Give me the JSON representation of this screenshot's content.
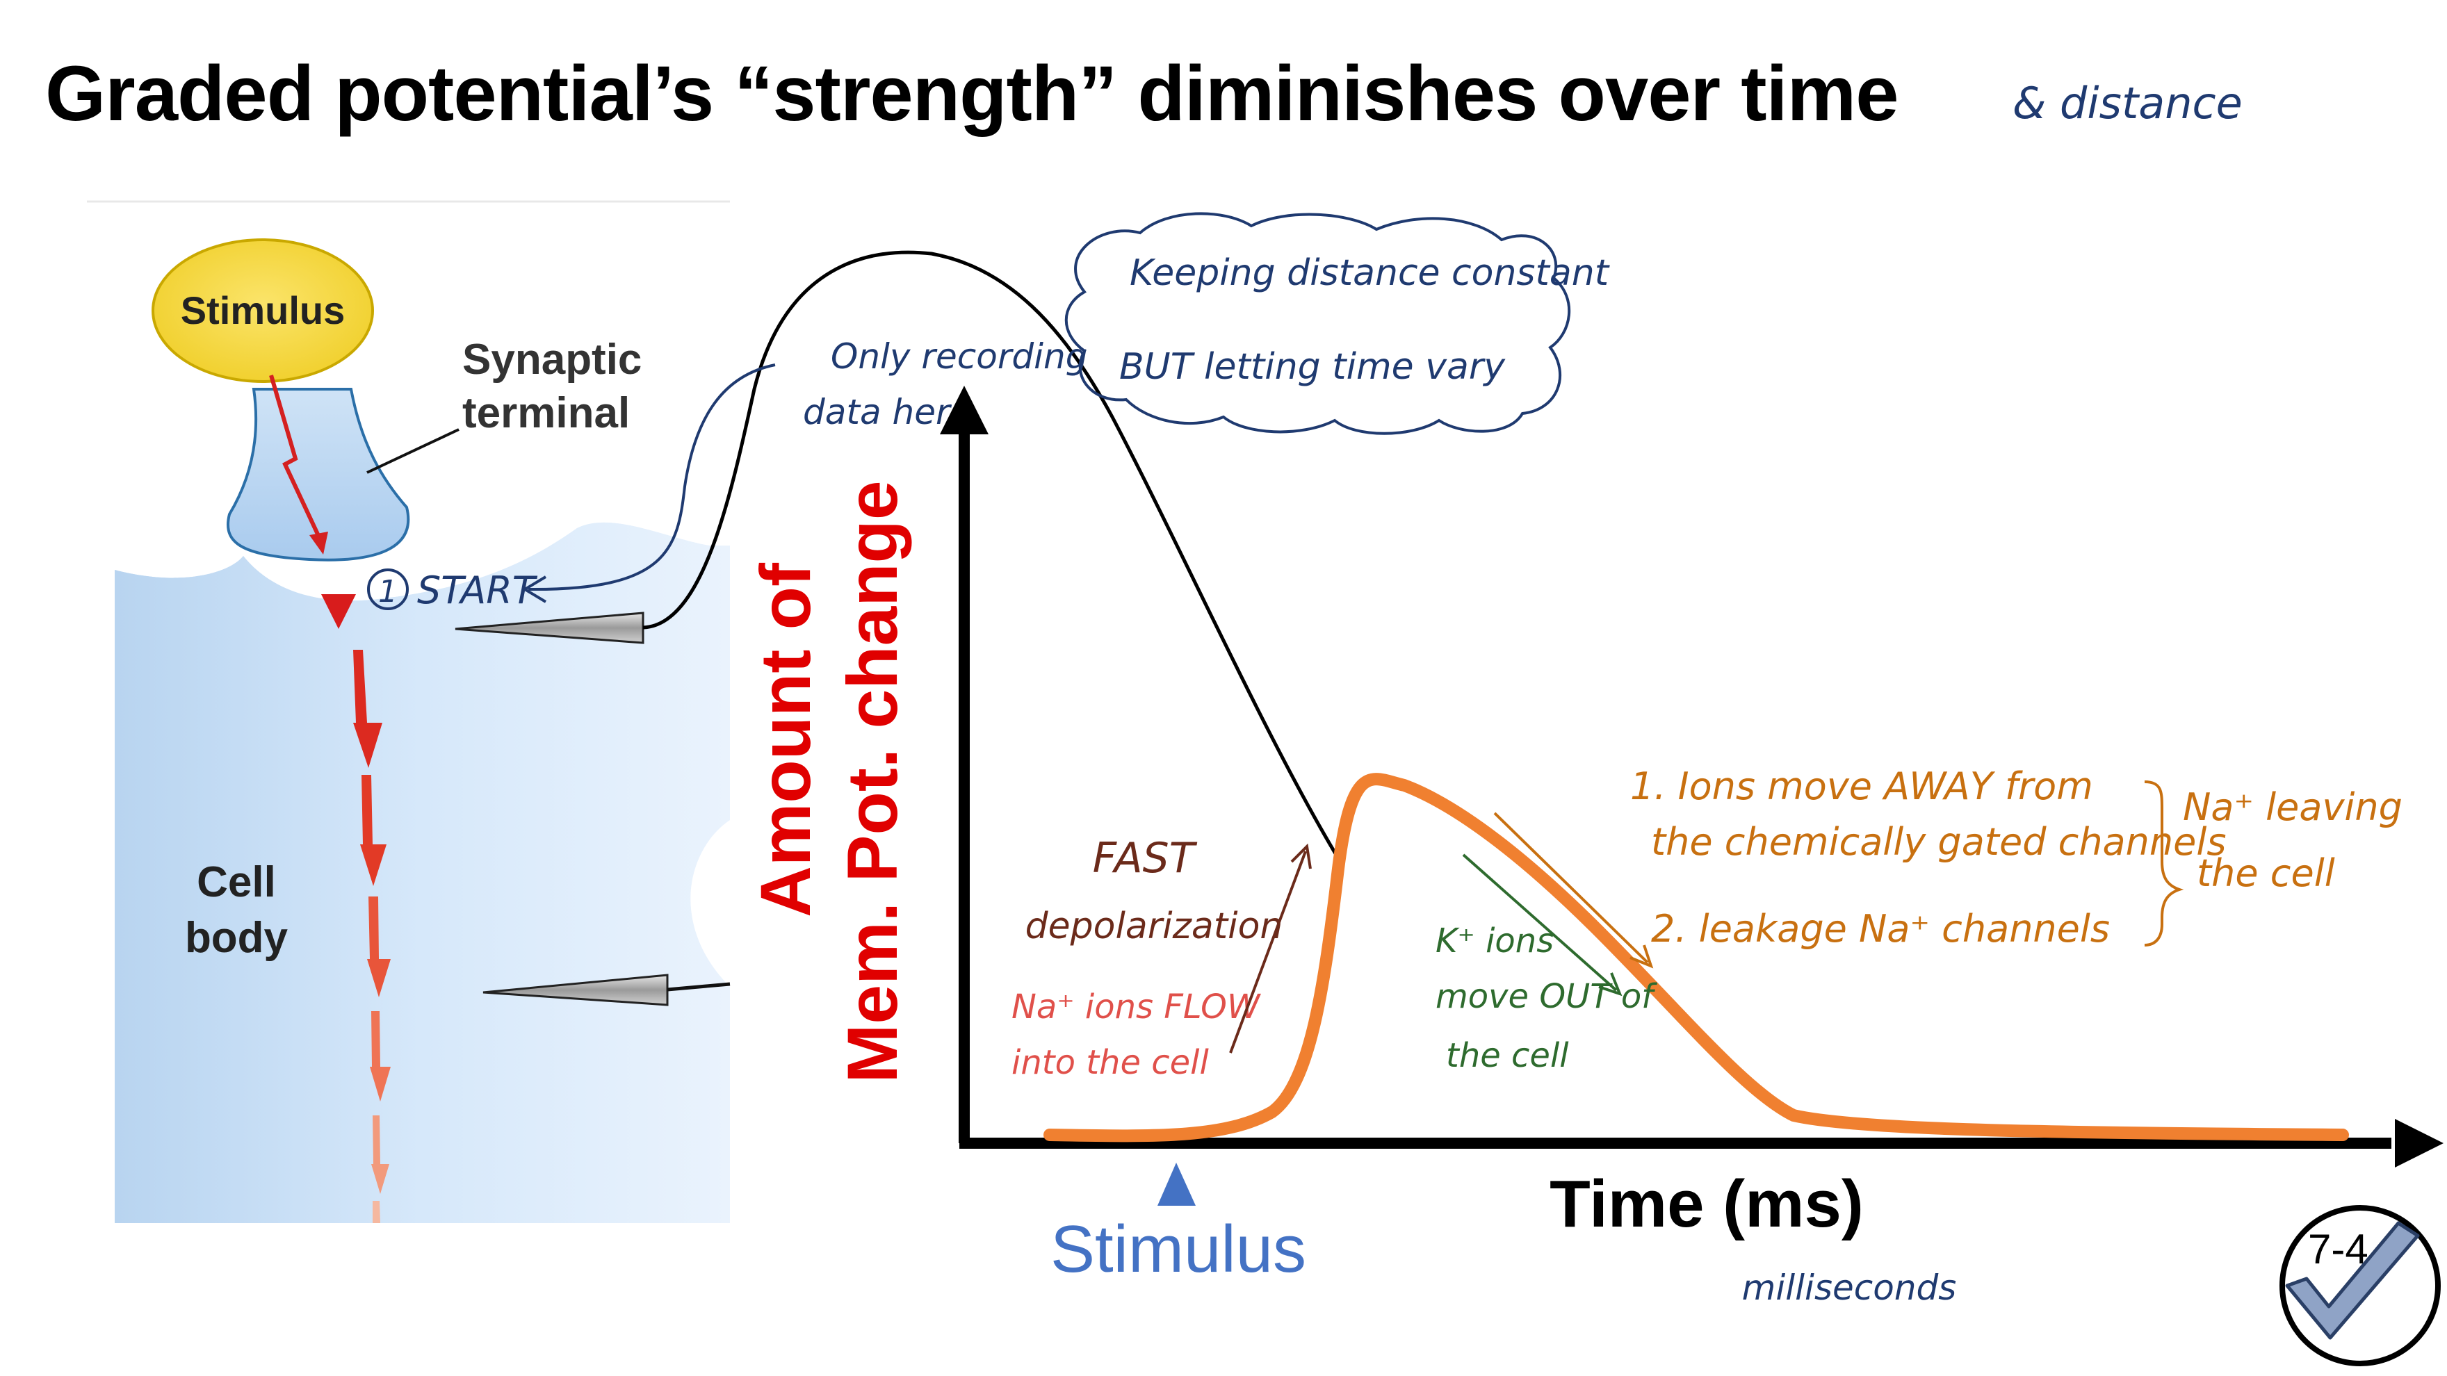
{
  "slide": {
    "title": "Graded potential’s “strength” diminishes over time",
    "title_note": "& distance",
    "slide_number": "7-4"
  },
  "neuron": {
    "stimulus_label": "Stimulus",
    "synaptic_label_line1": "Synaptic",
    "synaptic_label_line2": "terminal",
    "cell_body_line1": "Cell",
    "cell_body_line2": "body",
    "start_number": "1",
    "start_label": "START"
  },
  "graph": {
    "ylabel_line1": "Amount of",
    "ylabel_line2": "Mem. Pot. change",
    "xlabel": "Time (ms)",
    "xlabel_note": "milliseconds",
    "stimulus_label": "Stimulus",
    "colors": {
      "curve": "#f08030",
      "axis": "#000000",
      "ylabel": "#e00000",
      "stimulus": "#4472c4",
      "ink_blue": "#1f3a70",
      "ink_brown": "#6b2a1a",
      "ink_red": "#e0504a",
      "ink_green": "#2e6b2e",
      "ink_orange": "#c87010"
    }
  },
  "notes": {
    "recording_line1": "Only recording",
    "recording_line2": "data here",
    "cloud_line1": "Keeping distance constant",
    "cloud_line2": "BUT letting time vary",
    "fast_line1": "FAST",
    "fast_line2": "depolarization",
    "na_line1": "Na⁺ ions FLOW",
    "na_line2": "into the cell",
    "k_line1": "K⁺ ions",
    "k_line2": "move OUT of",
    "k_line3": "the cell",
    "reason1_line1": "1. Ions move AWAY from",
    "reason1_line2": "the chemically gated channels",
    "reason2": "2. leakage Na⁺ channels",
    "brace_line1": "Na⁺ leaving",
    "brace_line2": "the cell"
  }
}
